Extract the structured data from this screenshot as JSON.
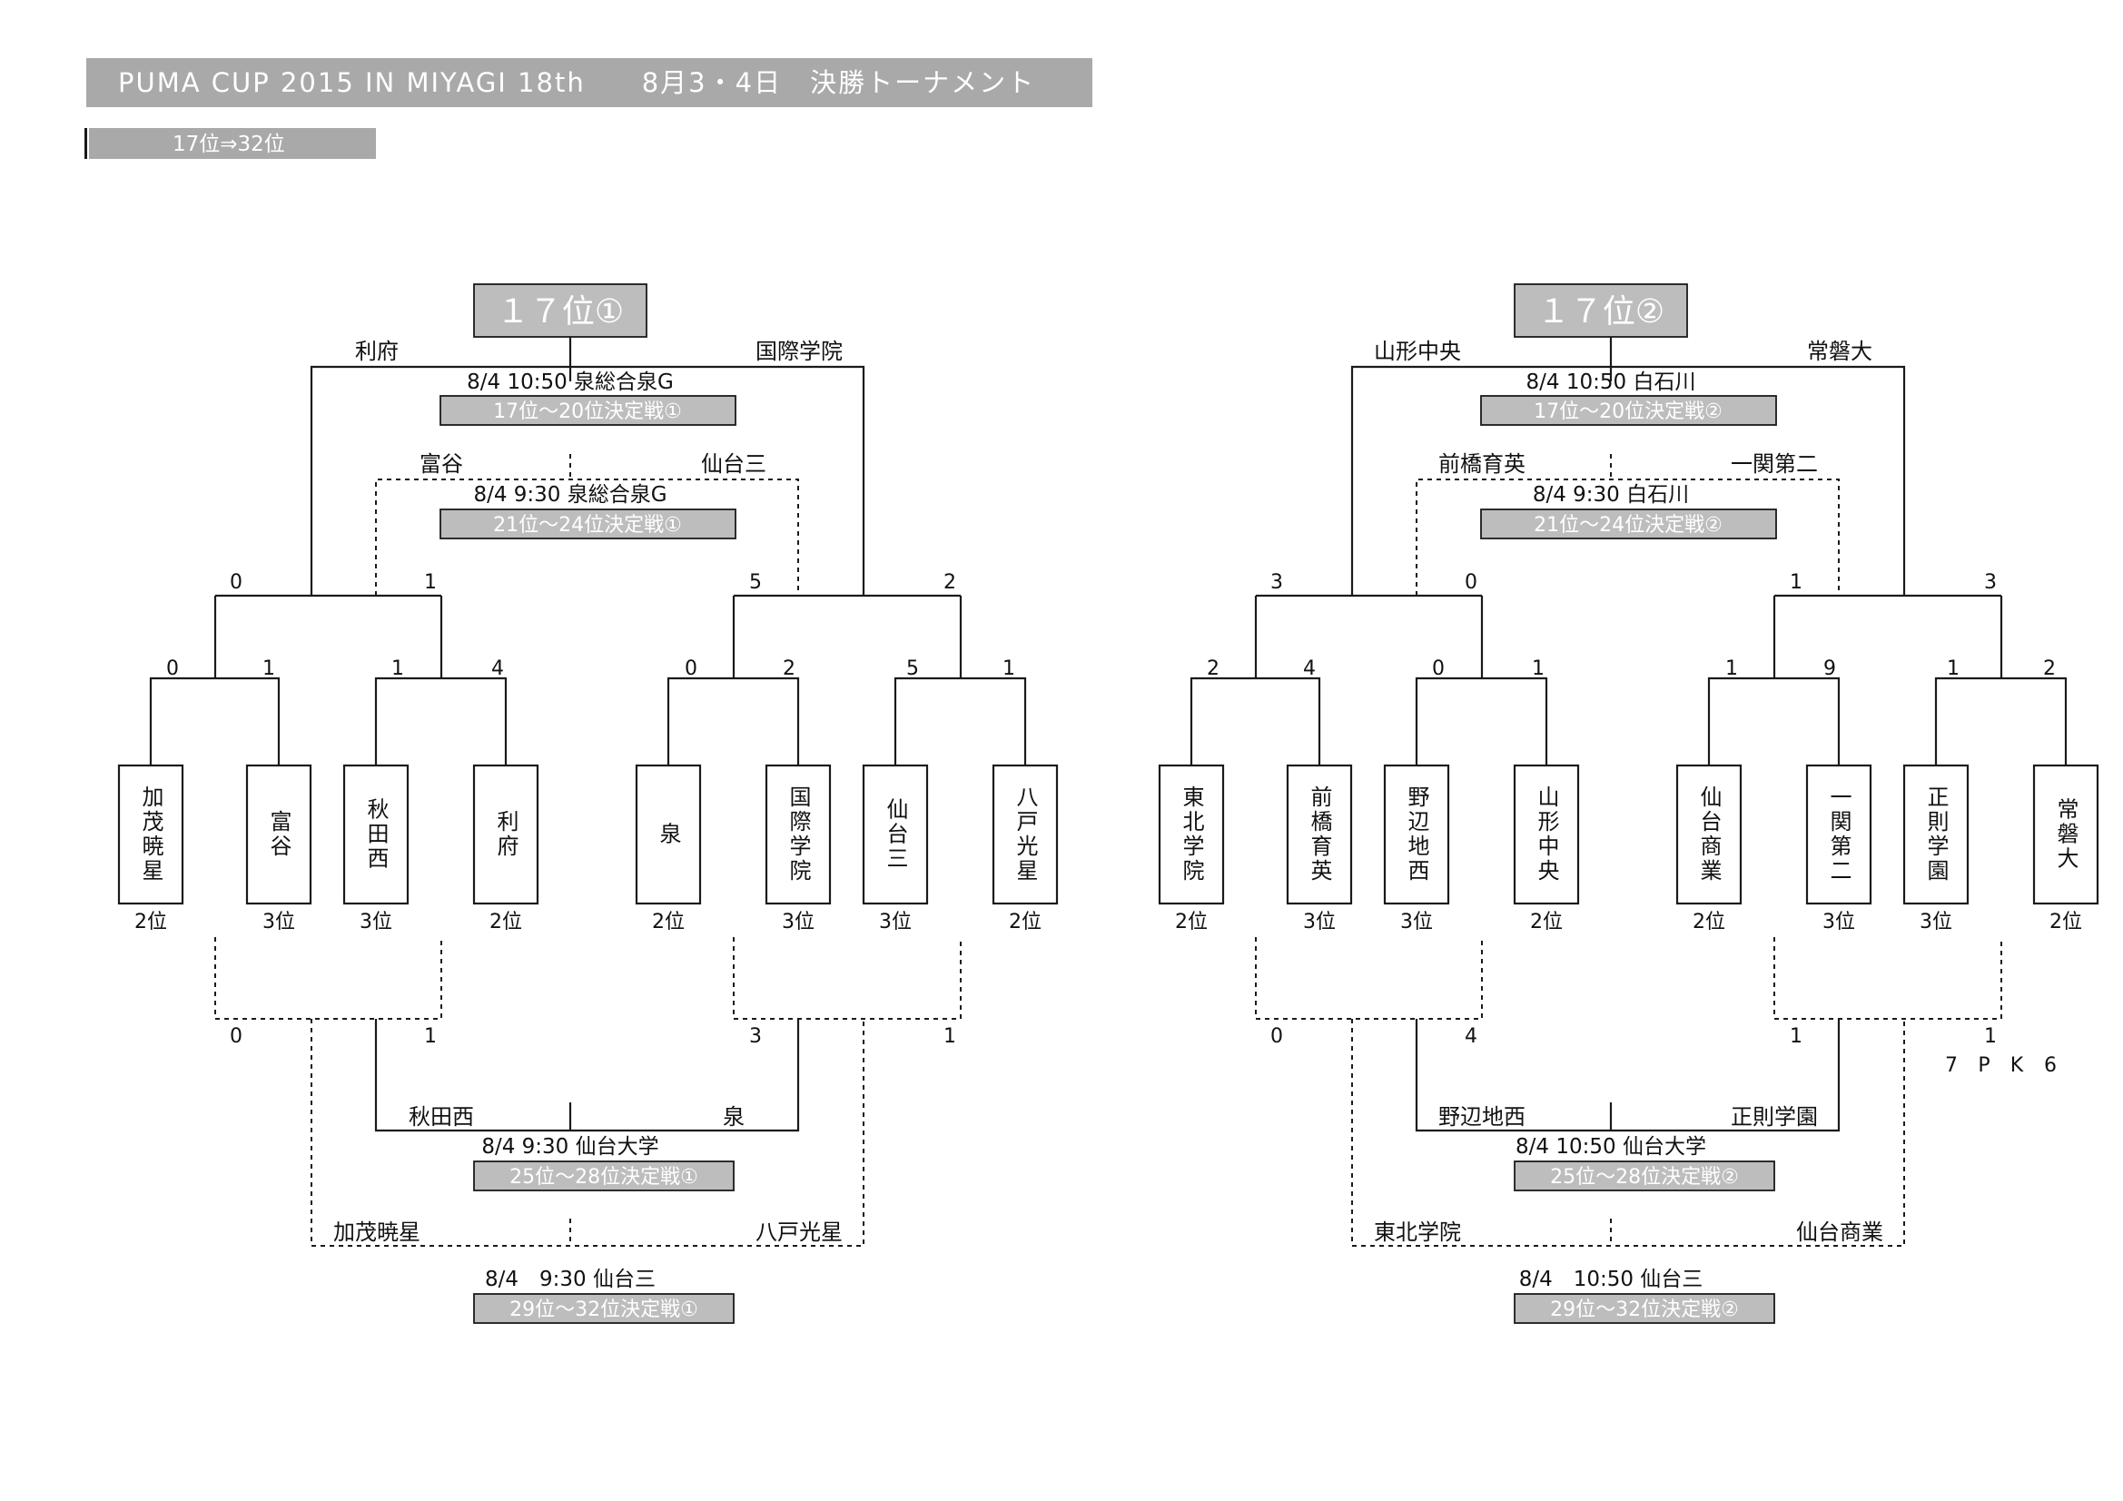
{
  "header": {
    "title": "PUMA CUP 2015 IN MIYAGI 18th　　8月3・4日　決勝トーナメント",
    "subtitle": "17位⇒32位"
  },
  "brackets": [
    {
      "title": "１７位①",
      "teams": [
        {
          "name": "加茂暁星",
          "rank": "2位"
        },
        {
          "name": "富谷",
          "rank": "3位"
        },
        {
          "name": "秋田西",
          "rank": "3位"
        },
        {
          "name": "利府",
          "rank": "2位"
        },
        {
          "name": "泉",
          "rank": "2位"
        },
        {
          "name": "国際学院",
          "rank": "3位"
        },
        {
          "name": "仙台三",
          "rank": "3位"
        },
        {
          "name": "八戸光星",
          "rank": "2位"
        }
      ],
      "r1_scores": [
        "0",
        "1",
        "1",
        "4",
        "0",
        "2",
        "5",
        "1"
      ],
      "r2_scores": [
        "0",
        "1",
        "5",
        "2"
      ],
      "lower_scores": [
        "0",
        "1",
        "3",
        "1"
      ],
      "pk_scores": [
        "",
        "",
        "",
        ""
      ],
      "final_top": {
        "left": "利府",
        "right": "国際学院",
        "time": "8/4 10:50 泉総合泉G",
        "label": "17位～20位決定戦①"
      },
      "final_mid": {
        "left": "富谷",
        "right": "仙台三",
        "time": "8/4 9:30 泉総合泉G",
        "label": "21位～24位決定戦①"
      },
      "final_25": {
        "left": "秋田西",
        "right": "泉",
        "time": "8/4 9:30 仙台大学",
        "label": "25位～28位決定戦①"
      },
      "final_29": {
        "left": "加茂暁星",
        "right": "八戸光星",
        "time": "8/4　9:30 仙台三",
        "label": "29位～32位決定戦①"
      }
    },
    {
      "title": "１７位②",
      "teams": [
        {
          "name": "東北学院",
          "rank": "2位"
        },
        {
          "name": "前橋育英",
          "rank": "3位"
        },
        {
          "name": "野辺地西",
          "rank": "3位"
        },
        {
          "name": "山形中央",
          "rank": "2位"
        },
        {
          "name": "仙台商業",
          "rank": "2位"
        },
        {
          "name": "一関第二",
          "rank": "3位"
        },
        {
          "name": "正則学園",
          "rank": "3位"
        },
        {
          "name": "常磐大",
          "rank": "2位"
        }
      ],
      "r1_scores": [
        "2",
        "4",
        "0",
        "1",
        "1",
        "9",
        "1",
        "2"
      ],
      "r2_scores": [
        "3",
        "0",
        "1",
        "3"
      ],
      "lower_scores": [
        "0",
        "4",
        "1",
        "1"
      ],
      "pk_scores": [
        "7",
        "P",
        "K",
        "6"
      ],
      "final_top": {
        "left": "山形中央",
        "right": "常磐大",
        "time": "8/4 10:50 白石川",
        "label": "17位～20位決定戦②"
      },
      "final_mid": {
        "left": "前橋育英",
        "right": "一関第二",
        "time": "8/4 9:30 白石川",
        "label": "21位～24位決定戦②"
      },
      "final_25": {
        "left": "野辺地西",
        "right": "正則学園",
        "time": "8/4 10:50 仙台大学",
        "label": "25位～28位決定戦②"
      },
      "final_29": {
        "left": "東北学院",
        "right": "仙台商業",
        "time": "8/4　10:50 仙台三",
        "label": "29位～32位決定戦②"
      }
    }
  ]
}
